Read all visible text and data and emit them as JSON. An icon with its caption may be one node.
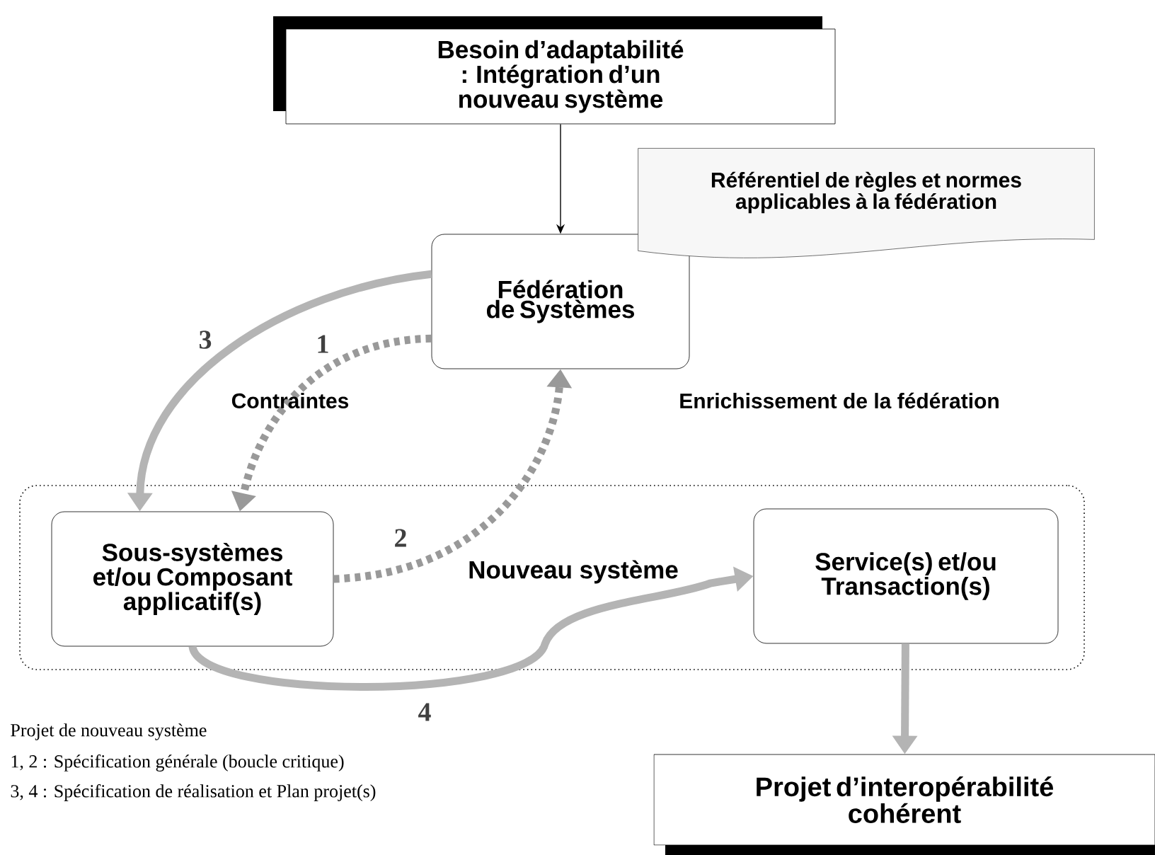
{
  "diagram": {
    "nodes": [
      {
        "text": [
          "Besoin d’adaptabilité : Intégration d’un nouveau système"
        ]
      },
      {
        "text": [
          "Référentiel de règles et normes applicables à la fédération"
        ]
      },
      {
        "text": [
          "Fédération de Systèmes"
        ]
      },
      {
        "text": [
          "Nouveau système"
        ]
      },
      {
        "text": [
          "Sous-systèmes et/ou Composant applicatif(s)"
        ],
        "in": 3
      },
      {
        "text": [
          "Service(s) et/ou Transaction(s)"
        ],
        "in": 3
      },
      {
        "text": [
          "Projet d’interopérabilité cohérent"
        ]
      }
    ],
    "edges": [
      {
        "from": 0,
        "to": 2,
        "arrow": "to",
        "color": "#000000"
      },
      {
        "from": 2,
        "to": 4,
        "arrow": "to",
        "label": "3"
      },
      {
        "from": 2,
        "to": 4,
        "arrow": "to",
        "label": "1",
        "style": "dashed",
        "color": "#999999"
      },
      {
        "from": 4,
        "to": 2,
        "arrow": "to",
        "label": "2",
        "style": "dashed",
        "color": "#999999"
      },
      {
        "from": 4,
        "to": 5,
        "arrow": "to",
        "label": "4"
      },
      {
        "from": 5,
        "to": 6,
        "arrow": "to"
      }
    ],
    "labels": [
      "Contraintes",
      "Enrichissement de la fédération",
      "Projet de nouveau système",
      "1, 2 : Spécification générale (boucle critique)",
      "3, 4 : Spécification de réalisation et Plan projet(s)"
    ]
  }
}
